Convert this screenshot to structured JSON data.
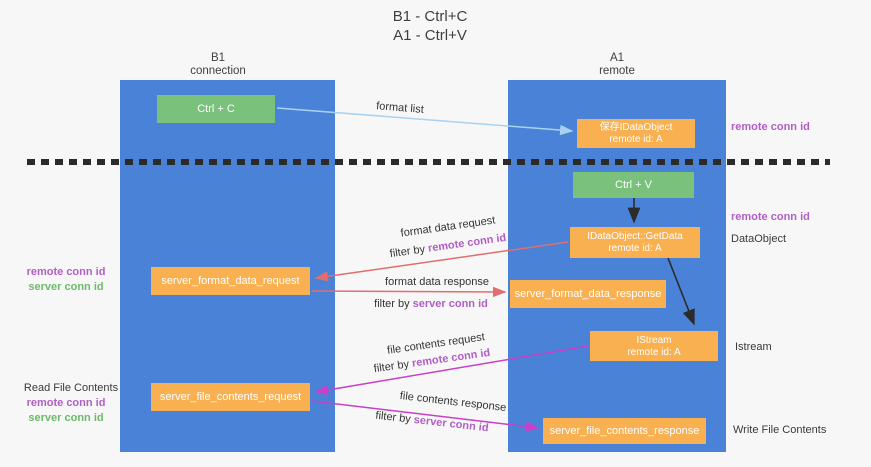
{
  "title": {
    "line1": "B1 - Ctrl+C",
    "line2": "A1 - Ctrl+V"
  },
  "lanes": {
    "left": {
      "name": "B1",
      "role": "connection"
    },
    "right": {
      "name": "A1",
      "role": "remote"
    }
  },
  "nodes": {
    "ctrl_c": {
      "label": "Ctrl + C"
    },
    "save_dataobject": {
      "line1": "保存IDataObject",
      "line2": "remote id: A"
    },
    "ctrl_v": {
      "label": "Ctrl + V"
    },
    "getdata": {
      "line1": "IDataObject::GetData",
      "line2": "remote id: A"
    },
    "format_request": {
      "label": "server_format_data_request"
    },
    "format_response": {
      "label": "server_format_data_response"
    },
    "istream": {
      "line1": "IStream",
      "line2": "remote id: A"
    },
    "file_request": {
      "label": "server_file_contents_request"
    },
    "file_response": {
      "label": "server_file_contents_response"
    }
  },
  "edge_labels": {
    "format_list": "format list",
    "format_request": "format data request",
    "format_request_filter": {
      "prefix": "filter by ",
      "term": "remote conn id"
    },
    "format_response": "format data response",
    "format_response_filter": {
      "prefix": "filter by ",
      "term": "server conn id"
    },
    "file_request": "file contents request",
    "file_request_filter": {
      "prefix": "filter by ",
      "term": "remote conn id"
    },
    "file_response": "file contents response",
    "file_response_filter": {
      "prefix": "filter by ",
      "term": "server conn id"
    }
  },
  "annotations": {
    "right": [
      {
        "text": "remote conn id",
        "style": "purple"
      },
      {
        "text": "remote conn id",
        "style": "purple"
      },
      {
        "text": "DataObject",
        "style": "plain"
      },
      {
        "text": "Istream",
        "style": "plain"
      },
      {
        "text": "Write File Contents",
        "style": "plain"
      }
    ],
    "left": [
      {
        "text": "remote conn id",
        "style": "purple"
      },
      {
        "text": "server conn id",
        "style": "green"
      },
      {
        "text": "Read File Contents",
        "style": "plain"
      },
      {
        "text": "remote conn id",
        "style": "purple"
      },
      {
        "text": "server conn id",
        "style": "green"
      }
    ]
  },
  "colors": {
    "lane_blue": "#4a82d8",
    "action_green": "#7ac17c",
    "message_orange": "#f9b050",
    "purple_text": "#b05fc4",
    "green_text": "#6cba6a",
    "arrow_light_blue": "#a9d2ef",
    "arrow_red": "#e06e6e",
    "arrow_magenta": "#c83fc8",
    "arrow_black": "#2b2b2b"
  }
}
